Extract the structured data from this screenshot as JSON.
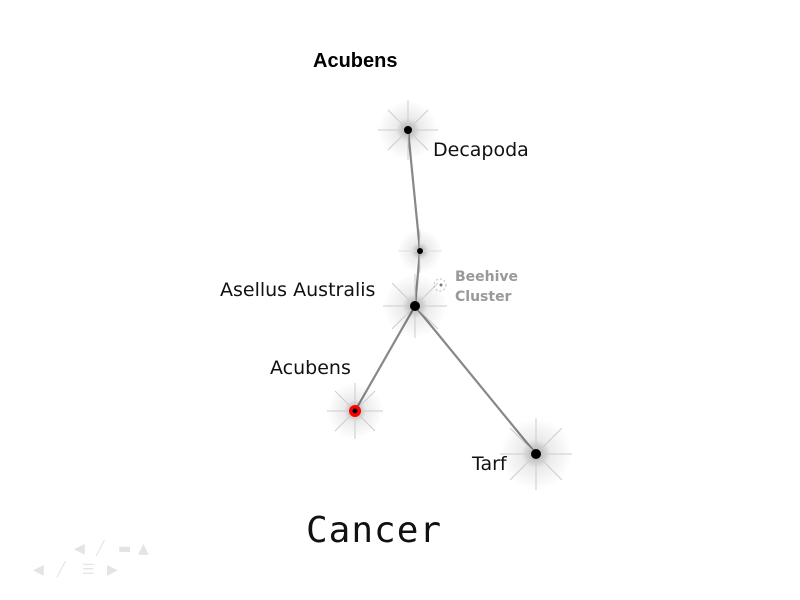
{
  "title": "Acubens",
  "constellation": "Cancer",
  "stars": [
    {
      "name": "Decapoda",
      "highlighted": false
    },
    {
      "name": "",
      "highlighted": false
    },
    {
      "name": "Asellus Australis",
      "highlighted": false
    },
    {
      "name": "Acubens",
      "highlighted": true
    },
    {
      "name": "Tarf",
      "highlighted": false
    }
  ],
  "cluster": {
    "line1": "Beehive",
    "line2": "Cluster"
  },
  "colors": {
    "highlight": "#ff0000",
    "line": "#888888"
  }
}
